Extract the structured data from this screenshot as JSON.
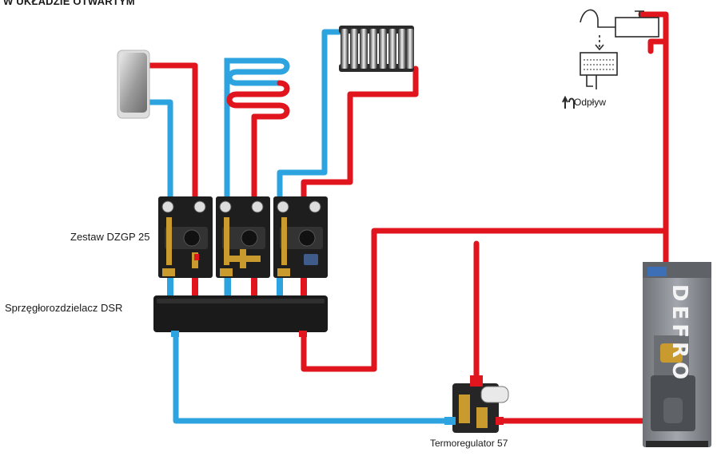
{
  "diagram": {
    "title": "W UKŁADZIE OTWARTYM",
    "labels": {
      "pump_set": "Zestaw DZGP 25",
      "manifold": "Sprzęgłorozdzielacz DSR",
      "thermoregulator": "Termoregulator 57",
      "drain": "Odpływ",
      "boiler_brand": "DEFRO"
    },
    "colors": {
      "supply_hot": "#e0151d",
      "return_cold": "#2da3e0",
      "equipment_dark": "#1e1e1e",
      "brass": "#c99a2e",
      "boiler_body": "#8a8e94"
    },
    "components": [
      "hot-water-tank-icon",
      "coil-heater-icon",
      "radiator-icon",
      "expansion-tank-icon",
      "pump-group-icon",
      "manifold-icon",
      "thermoregulator-valve-icon",
      "boiler-icon",
      "drain-icon"
    ]
  }
}
